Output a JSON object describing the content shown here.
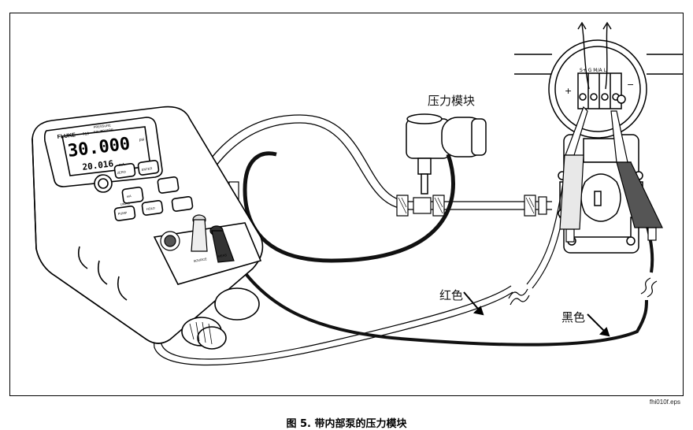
{
  "figure": {
    "caption": "图 5. 带内部泵的压力模块",
    "file_tag": "fhi010f.eps"
  },
  "labels": {
    "pressure_module": "压力模块",
    "red_lead": "红色",
    "black_lead": "黑色"
  },
  "calibrator": {
    "brand": "FLUKE",
    "model": "719",
    "title_line1": "PRESSURE",
    "title_line2": "CALIBRATOR",
    "display_main": "30.000",
    "display_main_unit": "psi",
    "display_sub": "20.016",
    "display_sub_unit": "mA",
    "buttons": {
      "zero": "ZERO",
      "enter": "ENTER",
      "units": "UNITS",
      "ma": "mA",
      "hold": "HOLD",
      "pump": "PUMP",
      "source": "SOURCE",
      "measure": "MEAS"
    }
  },
  "transmitter": {
    "plus_sign": "+",
    "minus_sign": "−",
    "terminals": "S+ G  M/A  L"
  }
}
